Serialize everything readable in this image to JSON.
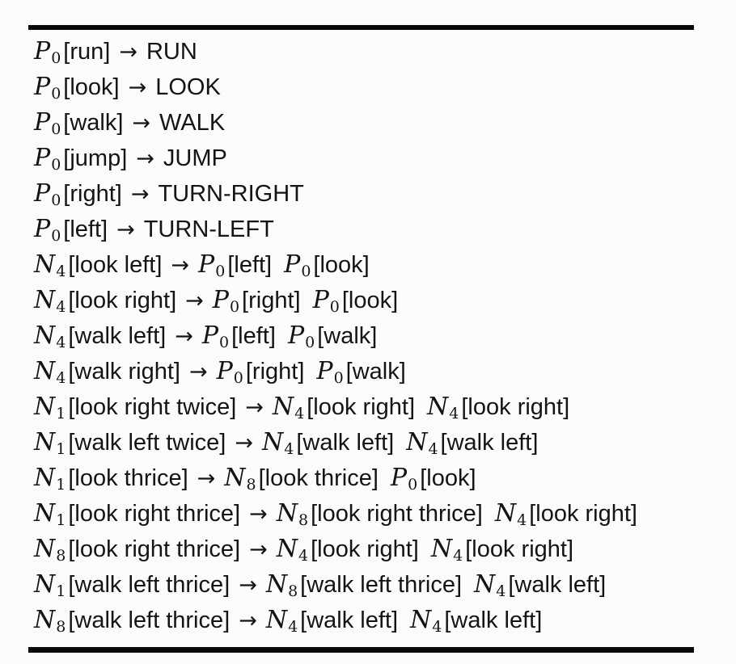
{
  "figure": {
    "description": "phrase-structure grammar production rules",
    "arrow": "→",
    "colors": {
      "background": "#fcfcfc",
      "text": "#141414",
      "rule_line": "#0a0a0a"
    },
    "rules": [
      {
        "lhs": {
          "sym": "P",
          "sub": "0",
          "arg": "[run]"
        },
        "rhs": [
          {
            "term": "RUN"
          }
        ]
      },
      {
        "lhs": {
          "sym": "P",
          "sub": "0",
          "arg": "[look]"
        },
        "rhs": [
          {
            "term": "LOOK"
          }
        ]
      },
      {
        "lhs": {
          "sym": "P",
          "sub": "0",
          "arg": "[walk]"
        },
        "rhs": [
          {
            "term": "WALK"
          }
        ]
      },
      {
        "lhs": {
          "sym": "P",
          "sub": "0",
          "arg": "[jump]"
        },
        "rhs": [
          {
            "term": "JUMP"
          }
        ]
      },
      {
        "lhs": {
          "sym": "P",
          "sub": "0",
          "arg": "[right]"
        },
        "rhs": [
          {
            "term": "TURN-RIGHT"
          }
        ]
      },
      {
        "lhs": {
          "sym": "P",
          "sub": "0",
          "arg": "[left]"
        },
        "rhs": [
          {
            "term": "TURN-LEFT"
          }
        ]
      },
      {
        "lhs": {
          "sym": "N",
          "sub": "4",
          "arg": "[look left]"
        },
        "rhs": [
          {
            "sym": "P",
            "sub": "0",
            "arg": "[left]"
          },
          {
            "sym": "P",
            "sub": "0",
            "arg": "[look]"
          }
        ]
      },
      {
        "lhs": {
          "sym": "N",
          "sub": "4",
          "arg": "[look right]"
        },
        "rhs": [
          {
            "sym": "P",
            "sub": "0",
            "arg": "[right]"
          },
          {
            "sym": "P",
            "sub": "0",
            "arg": "[look]"
          }
        ]
      },
      {
        "lhs": {
          "sym": "N",
          "sub": "4",
          "arg": "[walk left]"
        },
        "rhs": [
          {
            "sym": "P",
            "sub": "0",
            "arg": "[left]"
          },
          {
            "sym": "P",
            "sub": "0",
            "arg": "[walk]"
          }
        ]
      },
      {
        "lhs": {
          "sym": "N",
          "sub": "4",
          "arg": "[walk right]"
        },
        "rhs": [
          {
            "sym": "P",
            "sub": "0",
            "arg": "[right]"
          },
          {
            "sym": "P",
            "sub": "0",
            "arg": "[walk]"
          }
        ]
      },
      {
        "lhs": {
          "sym": "N",
          "sub": "1",
          "arg": "[look right twice]"
        },
        "rhs": [
          {
            "sym": "N",
            "sub": "4",
            "arg": "[look right]"
          },
          {
            "sym": "N",
            "sub": "4",
            "arg": "[look right]"
          }
        ]
      },
      {
        "lhs": {
          "sym": "N",
          "sub": "1",
          "arg": "[walk left twice]"
        },
        "rhs": [
          {
            "sym": "N",
            "sub": "4",
            "arg": "[walk left]"
          },
          {
            "sym": "N",
            "sub": "4",
            "arg": "[walk left]"
          }
        ]
      },
      {
        "lhs": {
          "sym": "N",
          "sub": "1",
          "arg": "[look thrice]"
        },
        "rhs": [
          {
            "sym": "N",
            "sub": "8",
            "arg": "[look thrice]"
          },
          {
            "sym": "P",
            "sub": "0",
            "arg": "[look]"
          }
        ]
      },
      {
        "lhs": {
          "sym": "N",
          "sub": "1",
          "arg": "[look right thrice]"
        },
        "rhs": [
          {
            "sym": "N",
            "sub": "8",
            "arg": "[look right thrice]"
          },
          {
            "sym": "N",
            "sub": "4",
            "arg": "[look right]"
          }
        ]
      },
      {
        "lhs": {
          "sym": "N",
          "sub": "8",
          "arg": "[look right thrice]"
        },
        "rhs": [
          {
            "sym": "N",
            "sub": "4",
            "arg": "[look right]"
          },
          {
            "sym": "N",
            "sub": "4",
            "arg": "[look right]"
          }
        ]
      },
      {
        "lhs": {
          "sym": "N",
          "sub": "1",
          "arg": "[walk left thrice]"
        },
        "rhs": [
          {
            "sym": "N",
            "sub": "8",
            "arg": "[walk left thrice]"
          },
          {
            "sym": "N",
            "sub": "4",
            "arg": "[walk left]"
          }
        ]
      },
      {
        "lhs": {
          "sym": "N",
          "sub": "8",
          "arg": "[walk left thrice]"
        },
        "rhs": [
          {
            "sym": "N",
            "sub": "4",
            "arg": "[walk left]"
          },
          {
            "sym": "N",
            "sub": "4",
            "arg": "[walk left]"
          }
        ]
      }
    ]
  }
}
